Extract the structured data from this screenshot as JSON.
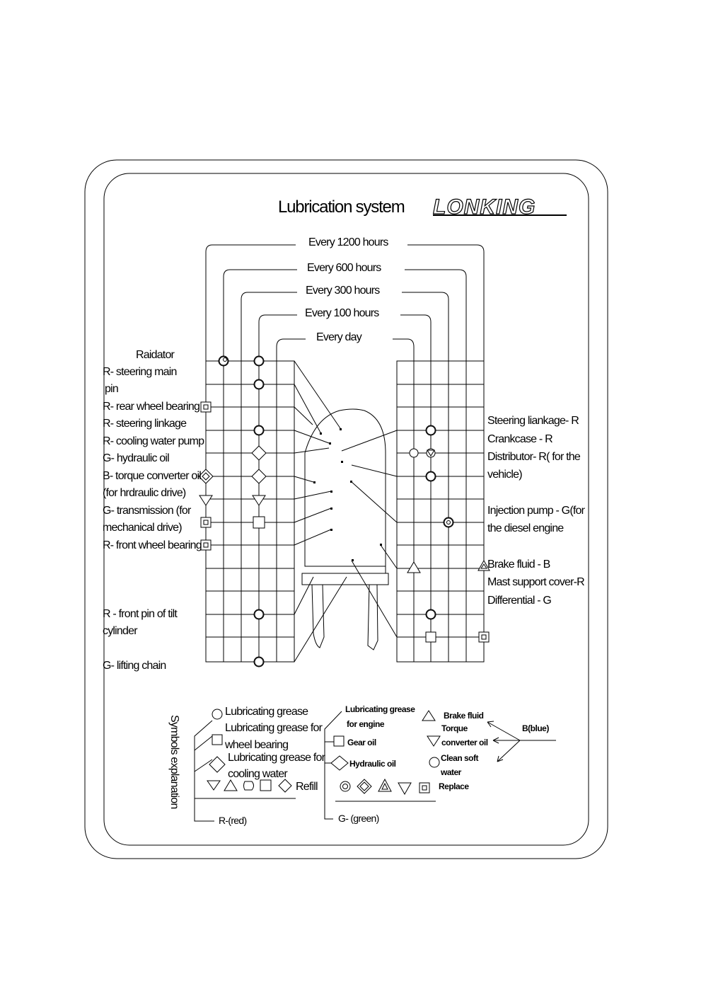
{
  "title": "Lubrication system",
  "brand": "LONKING",
  "intervals": [
    "Every 1200 hours",
    "Every 600 hours",
    "Every 300 hours",
    "Every 100 hours",
    "Every day"
  ],
  "left_labels": [
    "Raidator",
    "R- steering main",
    "pin",
    "R- rear wheel bearing",
    "R- steering linkage",
    "R- cooling water pump",
    "G- hydraulic oil",
    "B- torque converter oil",
    "(for hrdraulic drive)",
    "G- transmission (for",
    "mechanical drive)",
    "R- front wheel bearing",
    "R - front pin of tilt",
    "cylinder",
    "G- lifting chain"
  ],
  "right_labels": [
    "Steering liankage- R",
    "Crankcase - R",
    "Distributor- R( for the",
    "vehicle)",
    "Injection pump - G(for",
    "the diesel engine",
    "Brake fluid - B",
    "Mast support cover-R",
    "Differential - G"
  ],
  "symbols": {
    "heading": "Symbols explanation",
    "red": {
      "items": [
        "Lubricating grease",
        "Lubricating grease for",
        "wheel bearing",
        "Lubricating grease for",
        "cooling water"
      ],
      "refill": "Refill",
      "label": "R-(red)"
    },
    "green": {
      "items": [
        "Lubricating grease",
        "for engine",
        "Gear oil",
        "Hydraulic oil"
      ],
      "label": "G- (green)"
    },
    "blue": {
      "items": [
        "Brake fluid",
        "Torque",
        "converter oil",
        "Clean soft",
        "water"
      ],
      "replace": "Replace",
      "label": "B(blue)"
    }
  }
}
